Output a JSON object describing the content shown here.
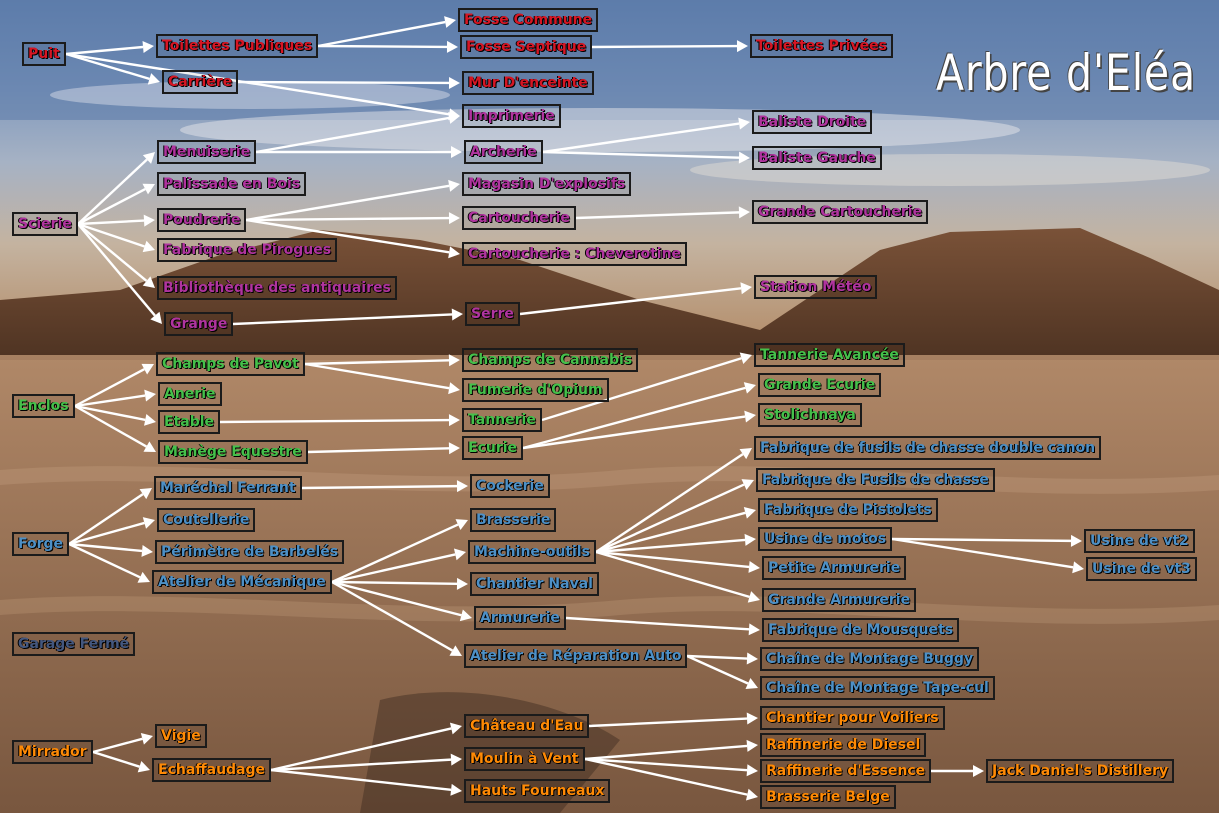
{
  "title": "Arbre d'Eléa",
  "colors": {
    "red": "#d61624",
    "purple": "#b0349f",
    "green": "#45c04a",
    "blue": "#4d90c6",
    "darkblue": "#44577e",
    "orange": "#ff8a05",
    "arrows": "#ffffff"
  },
  "nodes": {
    "puit": "Puit",
    "toilettes_publiques": "Toilettes Publiques",
    "carriere": "Carrière",
    "fosse_commune": "Fosse Commune",
    "fosse_septique": "Fosse Septique",
    "toilettes_privees": "Toilettes Privées",
    "mur_enceinte": "Mur D'enceinte",
    "imprimerie": "Imprimerie",
    "scierie": "Scierie",
    "menuiserie": "Menuiserie",
    "palissade": "Palissade en Bois",
    "poudrerie": "Poudrerie",
    "fabrique_pirogues": "Fabrique de Pirogues",
    "bibliotheque": "Bibliothèque des antiquaires",
    "grange": "Grange",
    "archerie": "Archerie",
    "magasin_explosifs": "Magasin D'explosifs",
    "cartoucherie": "Cartoucherie",
    "cartoucherie_cheverotine": "Cartoucherie : Cheverotine",
    "serre": "Serre",
    "baliste_droite": "Baliste Droite",
    "baliste_gauche": "Baliste Gauche",
    "grande_cartoucherie": "Grande Cartoucherie",
    "station_meteo": "Station Météo",
    "enclos": "Enclos",
    "champs_pavot": "Champs de Pavot",
    "anerie": "Anerie",
    "etable": "Etable",
    "manege": "Manège Equestre",
    "champs_cannabis": "Champs de Cannabis",
    "fumerie_opium": "Fumerie d'Opium",
    "tannerie": "Tannerie",
    "ecurie": "Ecurie",
    "tannerie_avancee": "Tannerie Avancée",
    "grande_ecurie": "Grande Ecurie",
    "stolichnaya": "Stolichnaya",
    "forge": "Forge",
    "marechal": "Maréchal Ferrant",
    "coutellerie": "Coutellerie",
    "perimetre": "Périmètre de Barbelés",
    "atelier_mecanique": "Atelier de Mécanique",
    "garage": "Garage Fermé",
    "cockerie": "Cockerie",
    "brasserie": "Brasserie",
    "machine_outils": "Machine-outils",
    "chantier_naval": "Chantier Naval",
    "armurerie": "Armurerie",
    "atelier_reparation": "Atelier de Réparation Auto",
    "fusils_double": "Fabrique de fusils de chasse double canon",
    "fusils_chasse": "Fabrique de Fusils de chasse",
    "pistolets": "Fabrique de Pistolets",
    "usine_motos": "Usine de motos",
    "petite_armurerie": "Petite Armurerie",
    "grande_armurerie": "Grande Armurerie",
    "mousquets": "Fabrique de Mousquets",
    "buggy": "Chaîne de Montage Buggy",
    "tape_cul": "Chaîne de Montage Tape-cul",
    "vt2": "Usine de vt2",
    "vt3": "Usine de vt3",
    "mirrador": "Mirrador",
    "vigie": "Vigie",
    "echaffaudage": "Echaffaudage",
    "chateau_eau": "Château d'Eau",
    "moulin": "Moulin à Vent",
    "hauts_fourneaux": "Hauts Fourneaux",
    "chantier_voiliers": "Chantier pour Voiliers",
    "raff_diesel": "Raffinerie de Diesel",
    "raff_essence": "Raffinerie d'Essence",
    "brasserie_belge": "Brasserie Belge",
    "jack_daniels": "Jack Daniel's Distillery"
  },
  "edges": [
    [
      "puit",
      "toilettes_publiques"
    ],
    [
      "puit",
      "carriere"
    ],
    [
      "puit",
      "imprimerie"
    ],
    [
      "toilettes_publiques",
      "fosse_commune"
    ],
    [
      "toilettes_publiques",
      "fosse_septique"
    ],
    [
      "fosse_septique",
      "toilettes_privees"
    ],
    [
      "carriere",
      "mur_enceinte"
    ],
    [
      "scierie",
      "menuiserie"
    ],
    [
      "scierie",
      "palissade"
    ],
    [
      "scierie",
      "poudrerie"
    ],
    [
      "scierie",
      "fabrique_pirogues"
    ],
    [
      "scierie",
      "bibliotheque"
    ],
    [
      "scierie",
      "grange"
    ],
    [
      "menuiserie",
      "imprimerie"
    ],
    [
      "menuiserie",
      "archerie"
    ],
    [
      "archerie",
      "baliste_droite"
    ],
    [
      "archerie",
      "baliste_gauche"
    ],
    [
      "poudrerie",
      "magasin_explosifs"
    ],
    [
      "poudrerie",
      "cartoucherie"
    ],
    [
      "poudrerie",
      "cartoucherie_cheverotine"
    ],
    [
      "cartoucherie",
      "grande_cartoucherie"
    ],
    [
      "grange",
      "serre"
    ],
    [
      "serre",
      "station_meteo"
    ],
    [
      "enclos",
      "champs_pavot"
    ],
    [
      "enclos",
      "anerie"
    ],
    [
      "enclos",
      "etable"
    ],
    [
      "enclos",
      "manege"
    ],
    [
      "champs_pavot",
      "champs_cannabis"
    ],
    [
      "champs_pavot",
      "fumerie_opium"
    ],
    [
      "etable",
      "tannerie"
    ],
    [
      "manege",
      "ecurie"
    ],
    [
      "tannerie",
      "tannerie_avancee"
    ],
    [
      "ecurie",
      "grande_ecurie"
    ],
    [
      "ecurie",
      "stolichnaya"
    ],
    [
      "forge",
      "marechal"
    ],
    [
      "forge",
      "coutellerie"
    ],
    [
      "forge",
      "perimetre"
    ],
    [
      "forge",
      "atelier_mecanique"
    ],
    [
      "marechal",
      "cockerie"
    ],
    [
      "atelier_mecanique",
      "brasserie"
    ],
    [
      "atelier_mecanique",
      "machine_outils"
    ],
    [
      "atelier_mecanique",
      "chantier_naval"
    ],
    [
      "atelier_mecanique",
      "armurerie"
    ],
    [
      "atelier_mecanique",
      "atelier_reparation"
    ],
    [
      "machine_outils",
      "fusils_double"
    ],
    [
      "machine_outils",
      "fusils_chasse"
    ],
    [
      "machine_outils",
      "pistolets"
    ],
    [
      "machine_outils",
      "usine_motos"
    ],
    [
      "machine_outils",
      "petite_armurerie"
    ],
    [
      "machine_outils",
      "grande_armurerie"
    ],
    [
      "usine_motos",
      "vt2"
    ],
    [
      "usine_motos",
      "vt3"
    ],
    [
      "armurerie",
      "mousquets"
    ],
    [
      "atelier_reparation",
      "buggy"
    ],
    [
      "atelier_reparation",
      "tape_cul"
    ],
    [
      "mirrador",
      "vigie"
    ],
    [
      "mirrador",
      "echaffaudage"
    ],
    [
      "echaffaudage",
      "chateau_eau"
    ],
    [
      "echaffaudage",
      "moulin"
    ],
    [
      "echaffaudage",
      "hauts_fourneaux"
    ],
    [
      "chateau_eau",
      "chantier_voiliers"
    ],
    [
      "moulin",
      "raff_diesel"
    ],
    [
      "moulin",
      "raff_essence"
    ],
    [
      "moulin",
      "brasserie_belge"
    ],
    [
      "raff_essence",
      "jack_daniels"
    ]
  ]
}
